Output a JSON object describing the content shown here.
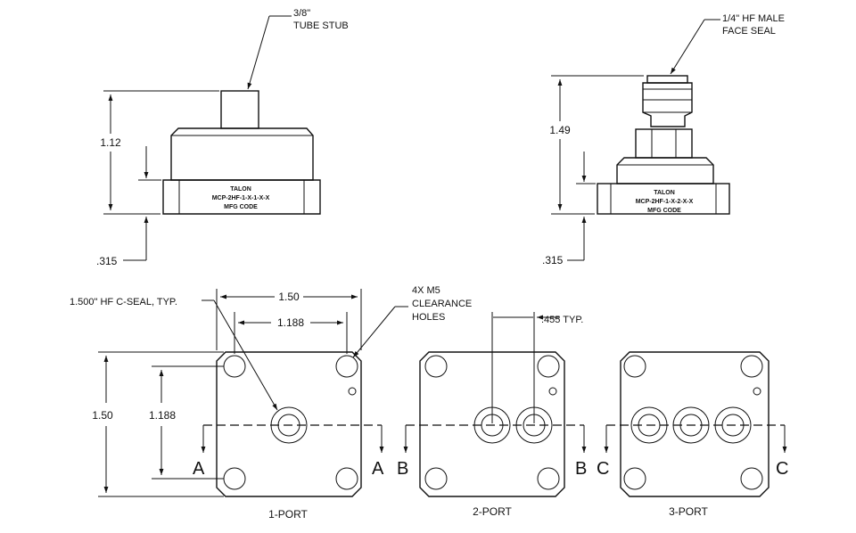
{
  "side_view_left": {
    "callout": [
      "3/8\"",
      "TUBE STUB"
    ],
    "height_dim": "1.12",
    "base_dim": ".315",
    "marking": [
      "TALON",
      "MCP-2HF-1-X-1-X-X",
      "MFG CODE"
    ]
  },
  "side_view_right": {
    "callout": [
      "1/4\" HF MALE",
      "FACE SEAL"
    ],
    "height_dim": "1.49",
    "base_dim": ".315",
    "marking": [
      "TALON",
      "MCP-2HF-1-X-2-X-X",
      "MFG CODE"
    ]
  },
  "plan_views": {
    "width_dim": "1.50",
    "hole_spacing_dim": "1.188",
    "height_dim": "1.50",
    "vertical_hole_spacing_dim": "1.188",
    "seal_callout": "1.500\" HF C-SEAL, TYP.",
    "holes_callout": [
      "4X M5",
      "CLEARANCE",
      "HOLES"
    ],
    "pitch_dim": ".455 TYP.",
    "ports": [
      {
        "caption": "1-PORT",
        "section_letter": "A"
      },
      {
        "caption": "2-PORT",
        "section_letter": "B"
      },
      {
        "caption": "3-PORT",
        "section_letter": "C"
      }
    ]
  }
}
